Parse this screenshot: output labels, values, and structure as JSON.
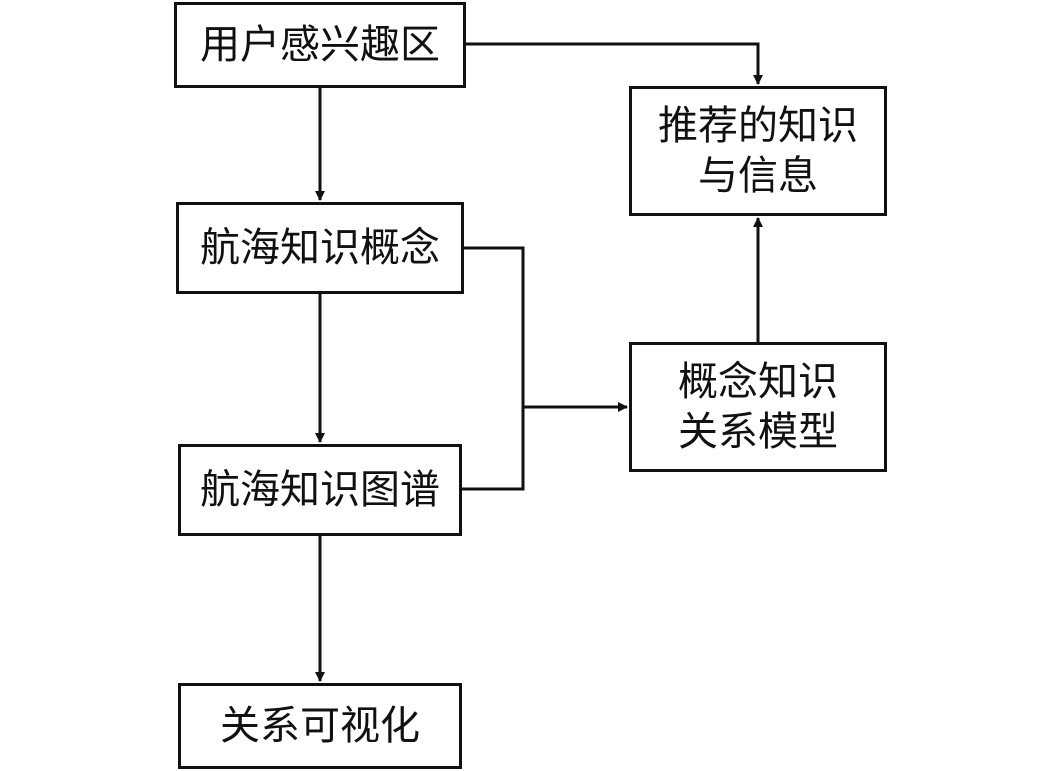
{
  "nodes": {
    "interest": {
      "lines": [
        "用户感兴趣区"
      ]
    },
    "concept": {
      "lines": [
        "航海知识概念"
      ]
    },
    "graph": {
      "lines": [
        "航海知识图谱"
      ]
    },
    "visual": {
      "lines": [
        "关系可视化"
      ]
    },
    "recommend": {
      "lines": [
        "推荐的知识",
        "与信息"
      ]
    },
    "model": {
      "lines": [
        "概念知识",
        "关系模型"
      ]
    }
  },
  "edges": [
    {
      "from": "用户感兴趣区",
      "to": "推荐的知识与信息"
    },
    {
      "from": "用户感兴趣区",
      "to": "航海知识概念"
    },
    {
      "from": "航海知识概念",
      "to": "航海知识图谱"
    },
    {
      "from": "航海知识图谱",
      "to": "关系可视化"
    },
    {
      "from": "航海知识概念",
      "to": "概念知识关系模型"
    },
    {
      "from": "航海知识图谱",
      "to": "概念知识关系模型"
    },
    {
      "from": "概念知识关系模型",
      "to": "推荐的知识与信息"
    }
  ],
  "colors": {
    "stroke": "#111111",
    "fill": "#ffffff",
    "text": "#111111"
  }
}
